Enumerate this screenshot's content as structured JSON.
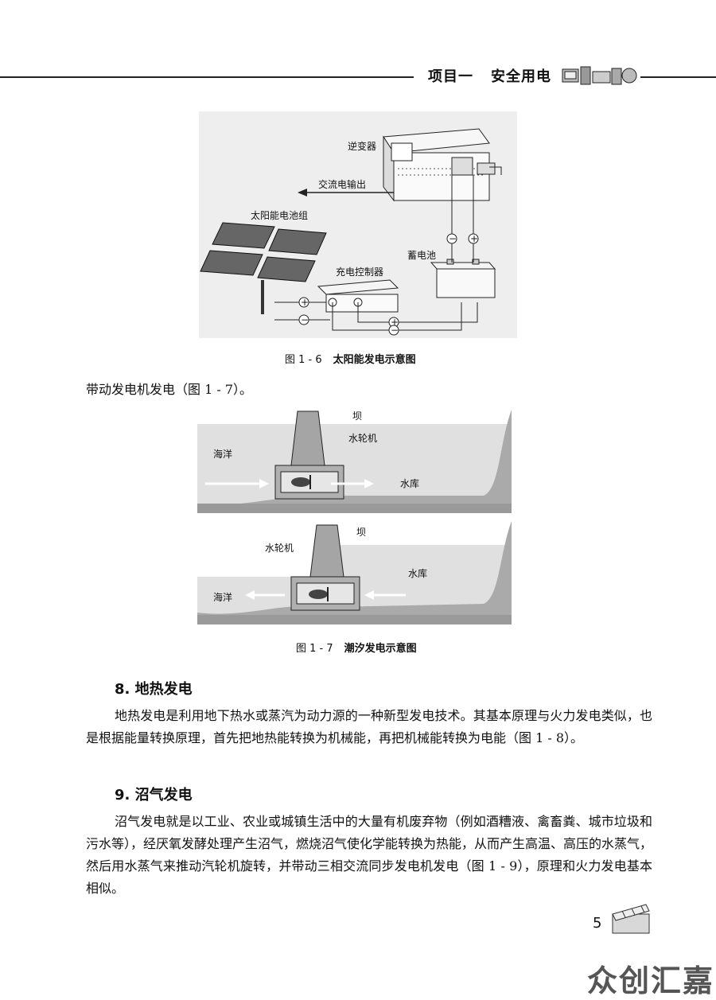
{
  "header": {
    "project": "项目一",
    "title": "安全用电"
  },
  "figure1": {
    "labels": {
      "inverter": "逆变器",
      "ac_output": "交流电输出",
      "solar_panels": "太阳能电池组",
      "battery": "蓄电池",
      "charge_controller": "充电控制器",
      "plus": "+",
      "minus": "−"
    },
    "caption_num": "图 1 - 6",
    "caption_text": "太阳能发电示意图"
  },
  "text1": "带动发电机发电（图 1 - 7）。",
  "figure2": {
    "labels": {
      "dam": "坝",
      "turbine": "水轮机",
      "ocean": "海洋",
      "reservoir": "水库"
    },
    "caption_num": "图 1 - 7",
    "caption_text": "潮汐发电示意图"
  },
  "section8": {
    "heading": "8. 地热发电",
    "body": "地热发电是利用地下热水或蒸汽为动力源的一种新型发电技术。其基本原理与火力发电类似，也是根据能量转换原理，首先把地热能转换为机械能，再把机械能转换为电能（图 1 - 8）。"
  },
  "section9": {
    "heading": "9. 沼气发电",
    "body": "沼气发电就是以工业、农业或城镇生活中的大量有机废弃物（例如酒糟液、禽畜粪、城市垃圾和污水等），经厌氧发酵处理产生沼气，燃烧沼气使化学能转换为热能，从而产生高温、高压的水蒸气，然后用水蒸气来推动汽轮机旋转，并带动三相交流同步发电机发电（图 1 - 9），原理和火力发电基本相似。"
  },
  "page_number": "5",
  "watermark": "众创汇嘉",
  "icons": {
    "header_decoration": "cartoon-appliances-icon",
    "page_corner": "clapperboard-icon"
  }
}
